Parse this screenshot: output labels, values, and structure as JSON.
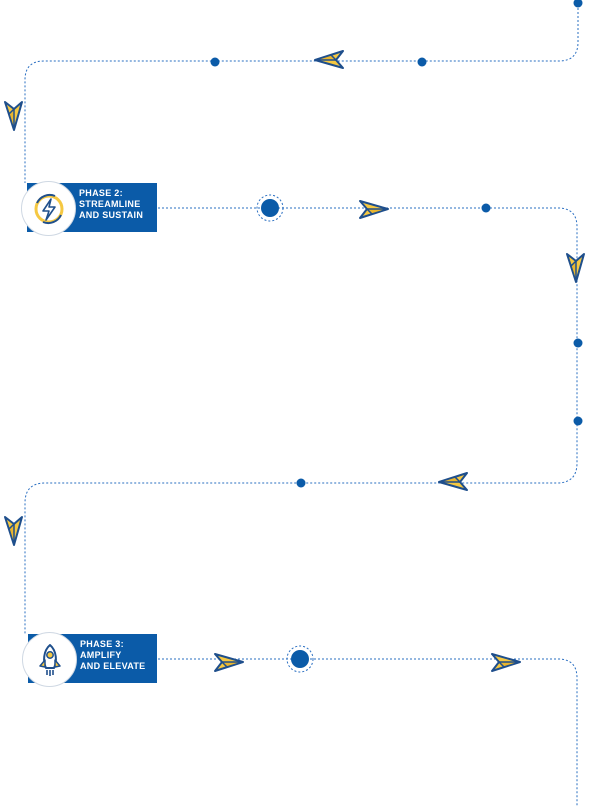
{
  "colors": {
    "path": "#2a6fc2",
    "dot": "#0b5ba8",
    "badge_bg": "#0b5ba8",
    "plane_fill": "#f5c842",
    "plane_stroke": "#1f4f8c"
  },
  "phases": [
    {
      "id": "phase-2",
      "lines": [
        "PHASE 2:",
        "STREAMLINE",
        "AND SUSTAIN"
      ],
      "icon": "cycle-lightning-icon"
    },
    {
      "id": "phase-3",
      "lines": [
        "PHASE 3:",
        "AMPLIFY",
        "AND ELEVATE"
      ],
      "icon": "rocket-icon"
    }
  ]
}
